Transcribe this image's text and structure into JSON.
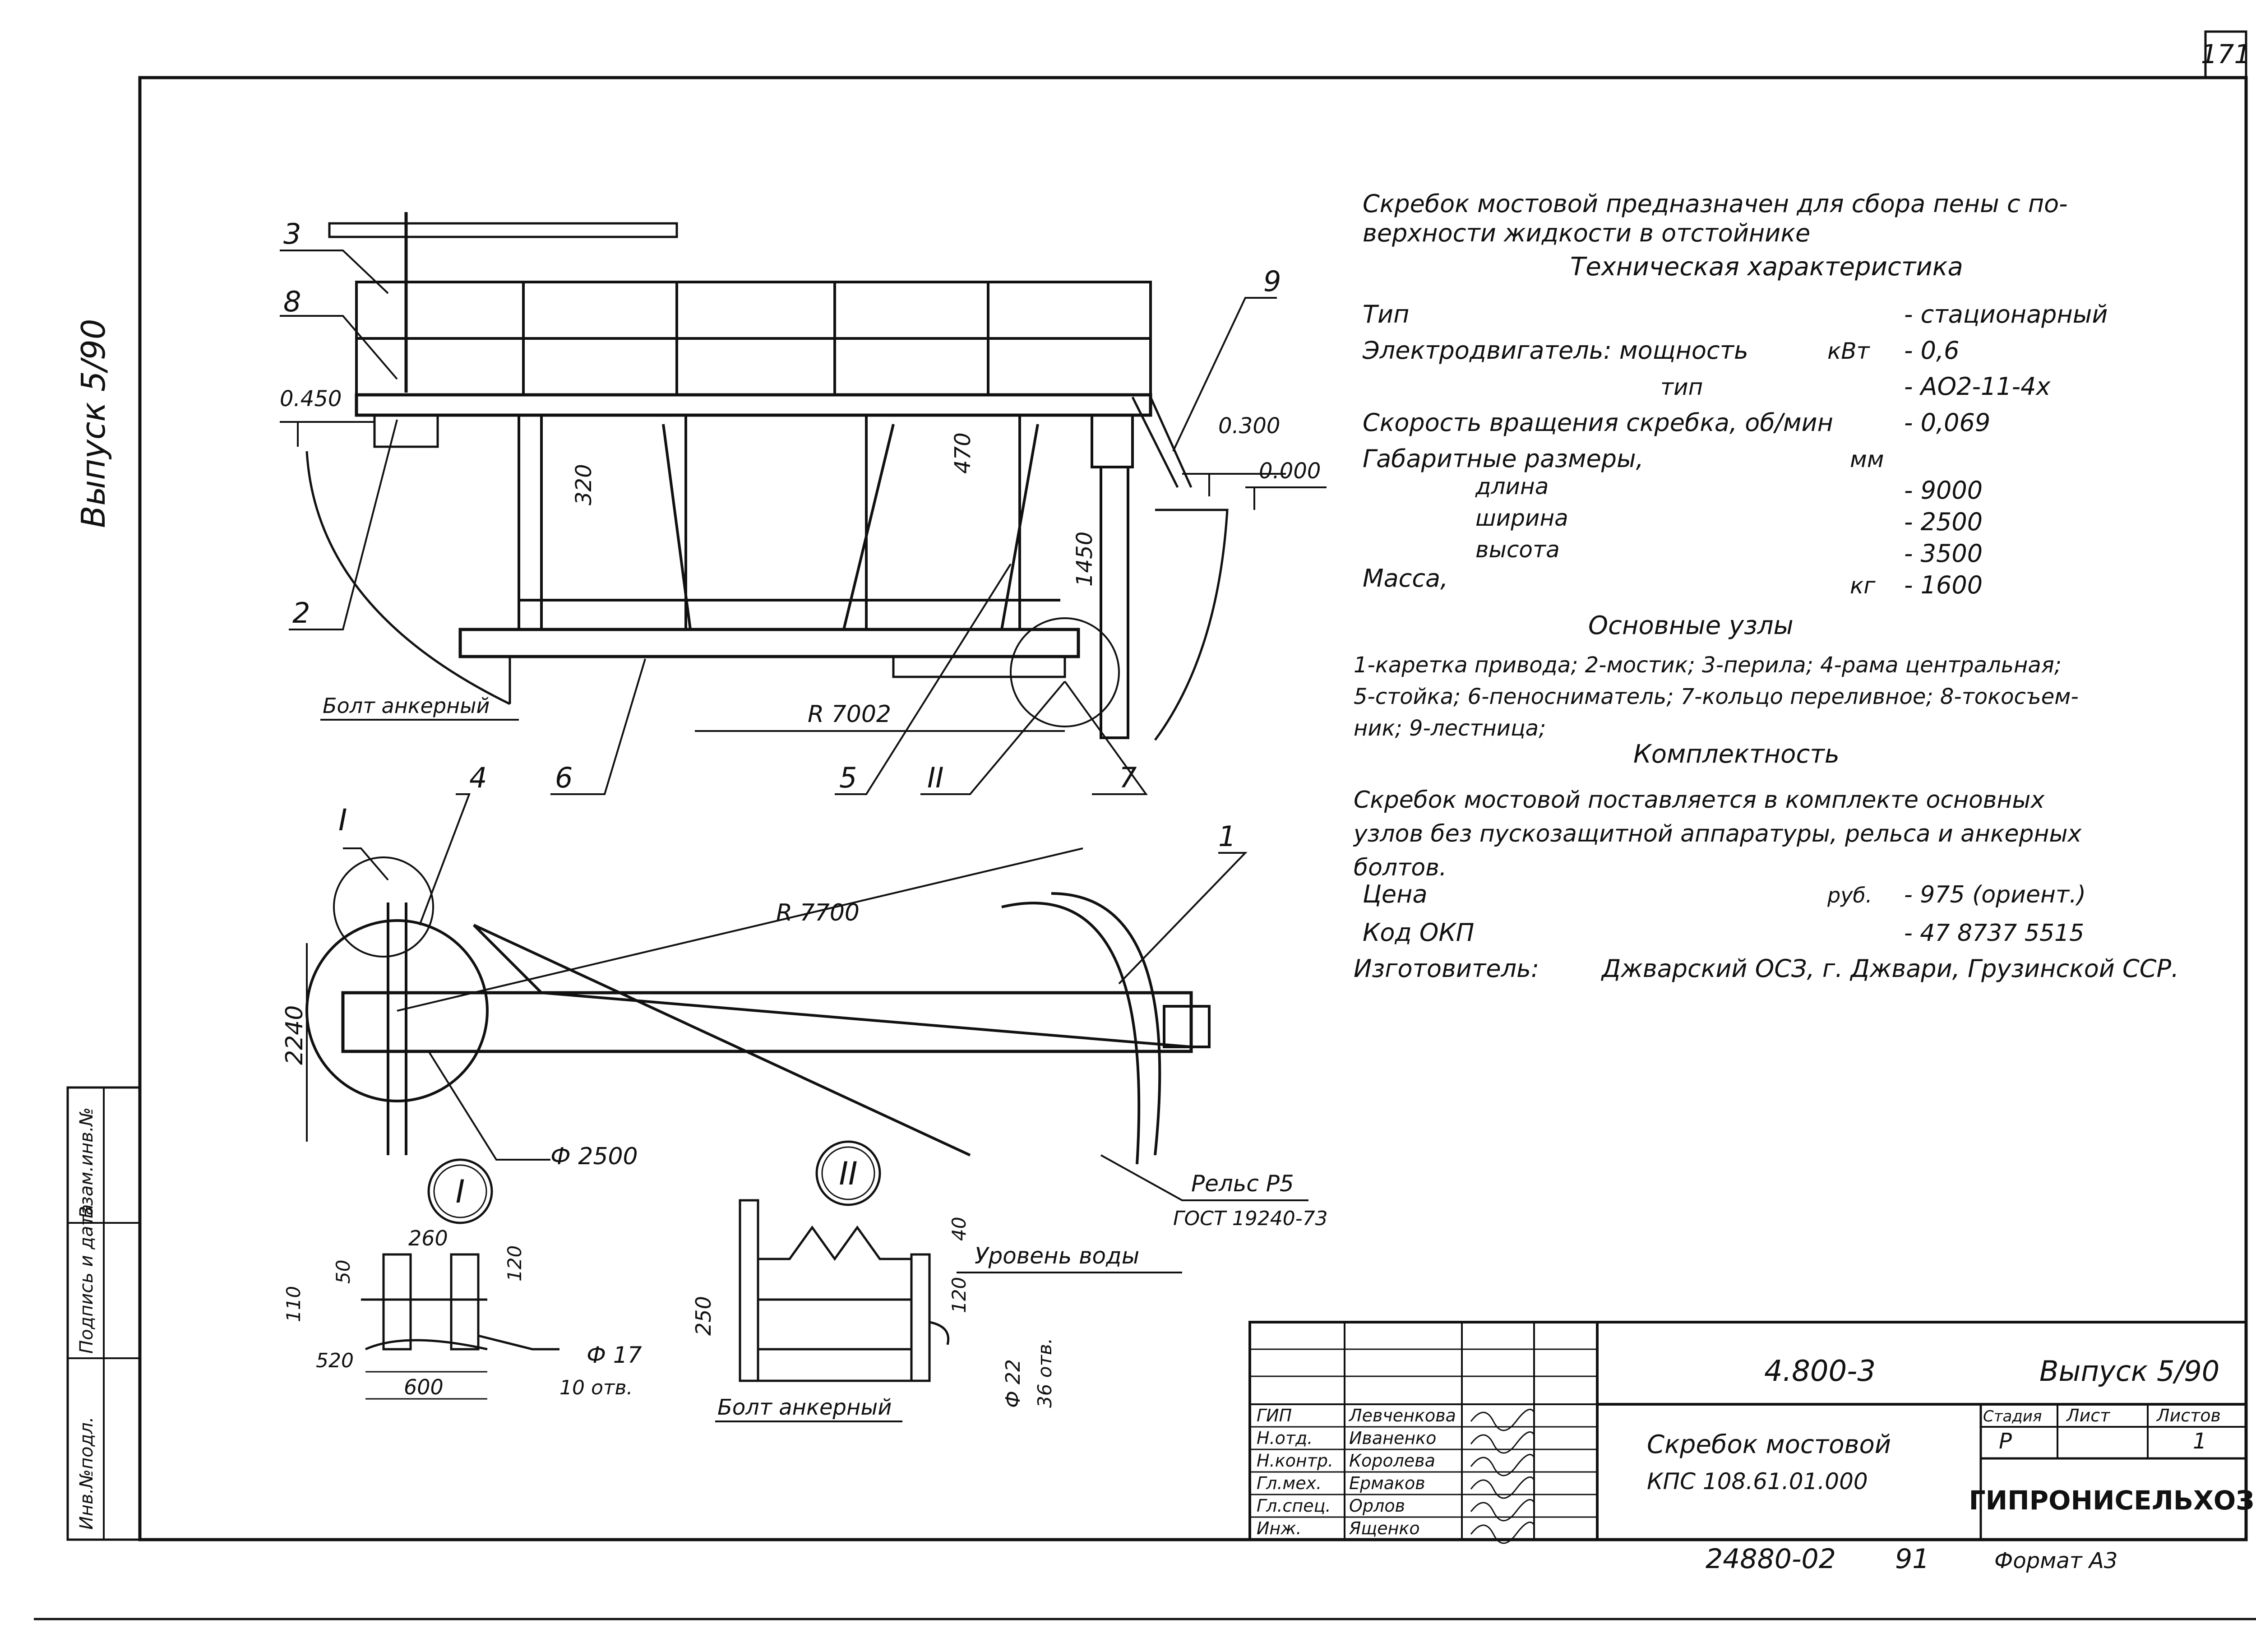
{
  "page_number": "171",
  "side_label": "Выпуск 5/90",
  "stub_labels": [
    "Инв.№подл.",
    "Подпись и дата",
    "Взам.инв.№"
  ],
  "description": {
    "line1": "Скребок мостовой предназначен для сбора пены с по-",
    "line2": "верхности жидкости в отстойнике",
    "spec_title": "Техническая характеристика",
    "rows": [
      {
        "label": "Тип",
        "unit": "",
        "value": "- стационарный"
      },
      {
        "label": "Электродвигатель: мощность",
        "unit": "кВт",
        "value": "- 0,6"
      },
      {
        "label": "тип",
        "unit": "",
        "value": "- АО2-11-4х"
      },
      {
        "label": "Скорость вращения скребка, об/мин",
        "unit": "",
        "value": "- 0,069"
      },
      {
        "label": "Габаритные размеры,",
        "unit": "мм",
        "value": ""
      },
      {
        "label": "длина",
        "unit": "",
        "value": "- 9000"
      },
      {
        "label": "ширина",
        "unit": "",
        "value": "- 2500"
      },
      {
        "label": "высота",
        "unit": "",
        "value": "- 3500"
      },
      {
        "label": "Масса,",
        "unit": "кг",
        "value": "- 1600"
      }
    ],
    "nodes_title": "Основные узлы",
    "nodes_lines": [
      "1-каретка привода; 2-мостик; 3-перила; 4-рама центральная;",
      "5-стойка; 6-пеноснимат­ель; 7-кольцо переливное; 8-токосъем-",
      "ник; 9-лестница;"
    ],
    "complete_title": "Комплектность",
    "complete_lines": [
      "Скребок мостовой поставляется в комплекте основных",
      "узлов без пускозащитной аппаратуры, рельса и анкерных",
      "болтов."
    ],
    "price_label": "Цена",
    "price_unit": "руб.",
    "price_value": "- 975 (ориент.)",
    "okp_label": "Код ОКП",
    "okp_value": "- 47 8737 5515",
    "maker_label": "Изготовитель:",
    "maker_value": "Джварский ОСЗ, г. Джвари, Грузинской ССР."
  },
  "drawing": {
    "callouts": [
      "1",
      "2",
      "3",
      "4",
      "5",
      "6",
      "7",
      "8",
      "9"
    ],
    "roman": [
      "I",
      "II"
    ],
    "dims": {
      "d0450": "0.450",
      "d0300": "0.300",
      "d0000": "0.000",
      "d320": "320",
      "d470": "470",
      "d1450": "1450",
      "r7002": "R 7002",
      "r7700": "R 7700",
      "d2240": "2240",
      "phi2500": "Ф 2500",
      "d260": "260",
      "d50": "50",
      "d120a": "120",
      "d110": "110",
      "d520": "520",
      "d600": "600",
      "phi17": "Ф 17",
      "holes10": "10 отв.",
      "d40": "40",
      "d120b": "120",
      "d250": "250",
      "phi22": "Ф 22",
      "holes36": "36 отв."
    },
    "anchor_bolt": "Болт анкерный",
    "anchor_bolt2": "Болт анкерный",
    "rail": "Рельс Р5",
    "rail_gost": "ГОСТ 19240-73",
    "water_level": "Уровень воды"
  },
  "title_block": {
    "doc_code": "4.800-3",
    "issue": "Выпуск 5/90",
    "name_line1": "Скребок мостовой",
    "name_line2": "КПС 108.61.01.000",
    "stage_h": "Стадия",
    "sheet_h": "Лист",
    "sheets_h": "Листов",
    "stage": "Р",
    "sheet": "",
    "sheets": "1",
    "org": "ГИПРОНИСЕЛЬХОЗ",
    "roles": [
      {
        "role": "ГИП",
        "name": "Левченкова"
      },
      {
        "role": "Н.отд.",
        "name": "Иваненко"
      },
      {
        "role": "Н.контр.",
        "name": "Королева"
      },
      {
        "role": "Гл.мех.",
        "name": "Ермаков"
      },
      {
        "role": "Гл.спец.",
        "name": "Орлов"
      },
      {
        "role": "Инж.",
        "name": "Ященко"
      }
    ],
    "bottom_code": "24880-02",
    "bottom_num": "91",
    "format": "Формат А3"
  }
}
